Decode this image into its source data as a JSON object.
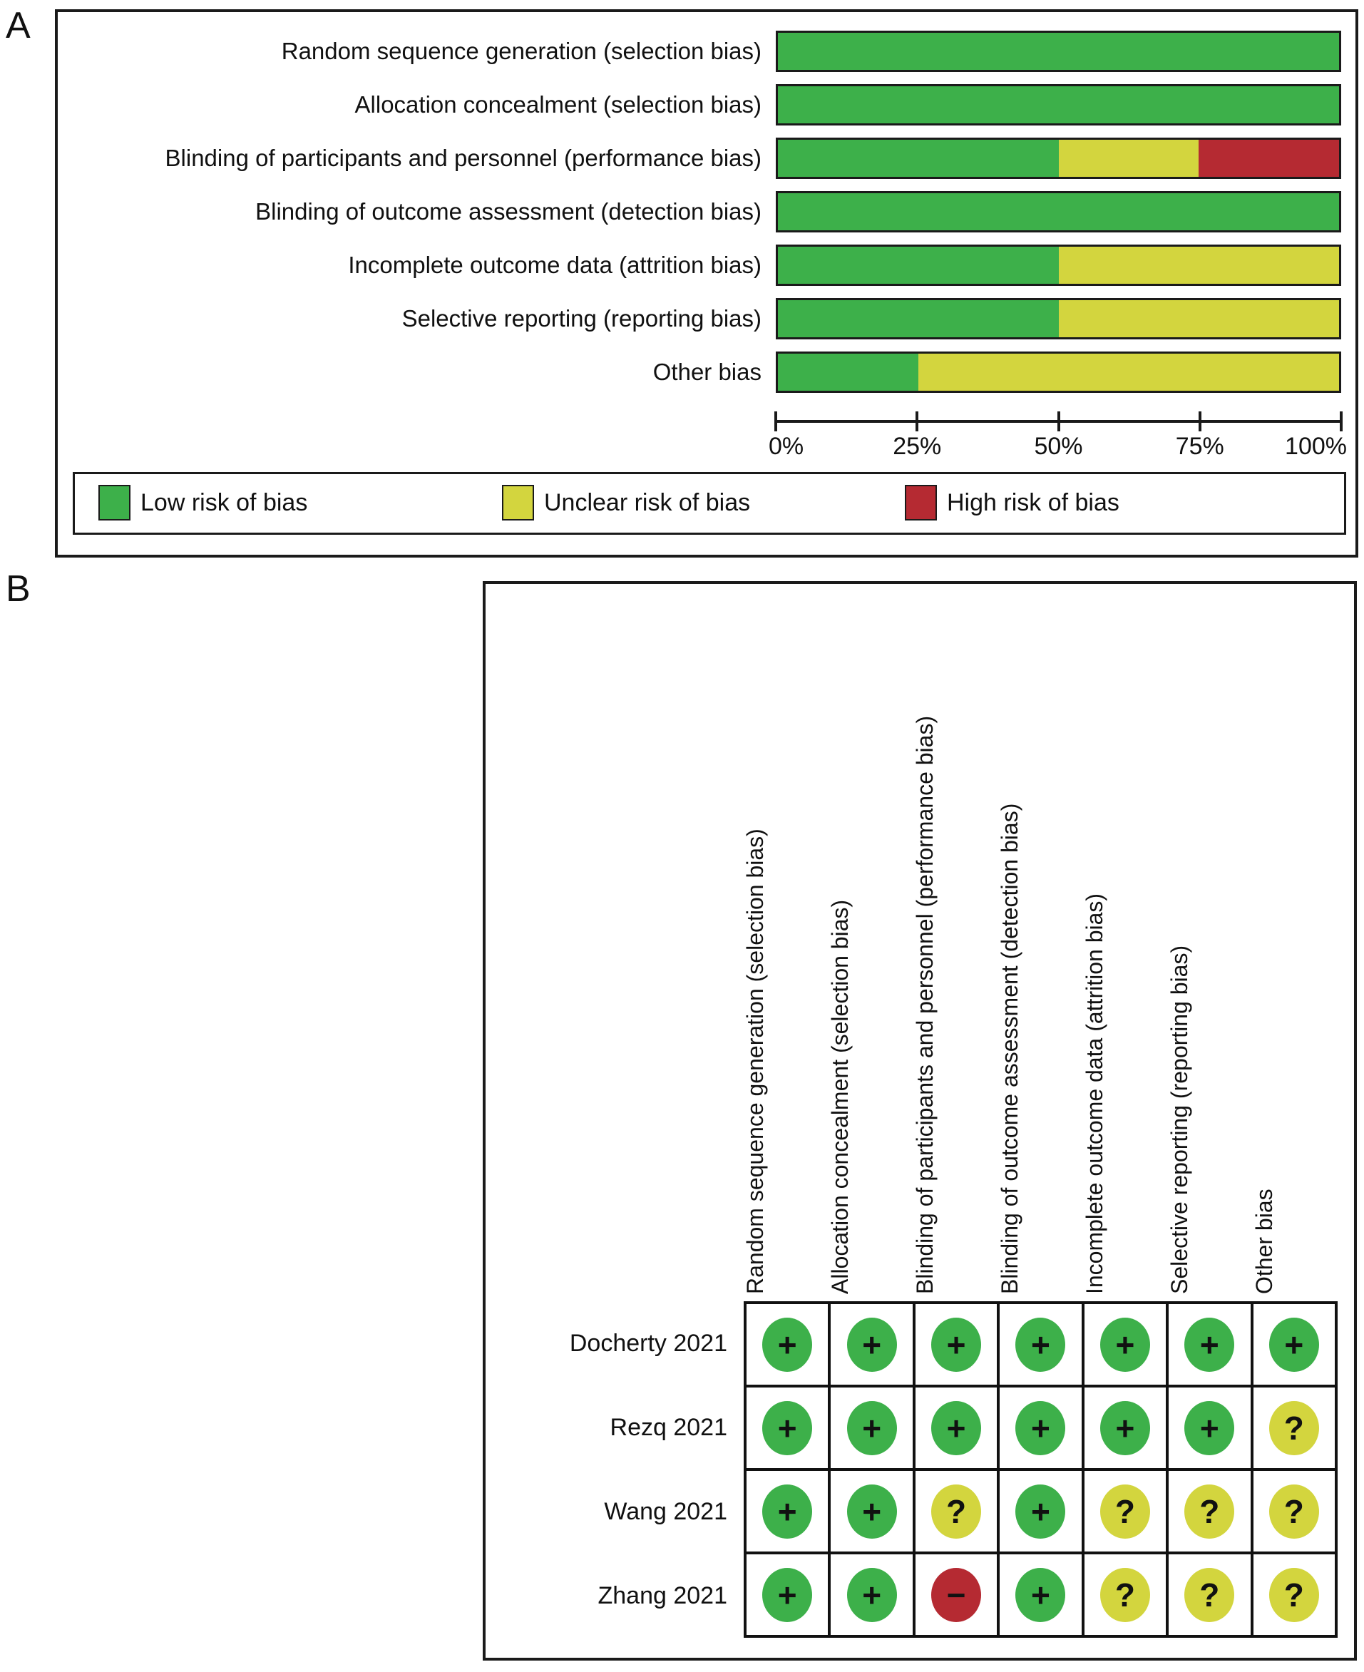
{
  "figure": {
    "background": "#ffffff",
    "text_color": "#111111",
    "border_color": "#1a1a1a"
  },
  "panel_a": {
    "label": "A",
    "legend_items": [
      {
        "key": "low",
        "label": "Low risk of bias",
        "color": "#3db04a"
      },
      {
        "key": "unclear",
        "label": "Unclear risk of bias",
        "color": "#d3d53e"
      },
      {
        "key": "high",
        "label": "High risk of bias",
        "color": "#b52a32"
      }
    ]
  },
  "chart_data": {
    "type": "bar",
    "stacked": true,
    "orientation": "horizontal",
    "title": "",
    "xlabel": "",
    "ylabel": "",
    "xlim": [
      0,
      100
    ],
    "x_tick_labels": [
      "0%",
      "25%",
      "50%",
      "75%",
      "100%"
    ],
    "grid": false,
    "legend_position": "bottom",
    "categories": [
      "Random sequence generation (selection bias)",
      "Allocation concealment (selection bias)",
      "Blinding of participants and personnel (performance bias)",
      "Blinding of outcome assessment (detection bias)",
      "Incomplete outcome data (attrition bias)",
      "Selective reporting (reporting bias)",
      "Other bias"
    ],
    "series": [
      {
        "name": "Low risk of bias",
        "key": "low",
        "color": "#3db04a",
        "values": [
          100,
          100,
          50,
          100,
          50,
          50,
          25
        ]
      },
      {
        "name": "Unclear risk of bias",
        "key": "unclear",
        "color": "#d3d53e",
        "values": [
          0,
          0,
          25,
          0,
          50,
          50,
          75
        ]
      },
      {
        "name": "High risk of bias",
        "key": "high",
        "color": "#b52a32",
        "values": [
          0,
          0,
          25,
          0,
          0,
          0,
          0
        ]
      }
    ]
  },
  "panel_b": {
    "label": "B",
    "columns": [
      "Random sequence generation (selection bias)",
      "Allocation concealment (selection bias)",
      "Blinding of participants and personnel (performance bias)",
      "Blinding of outcome assessment (detection bias)",
      "Incomplete outcome data (attrition bias)",
      "Selective reporting (reporting bias)",
      "Other bias"
    ],
    "rows": [
      {
        "study": "Docherty 2021",
        "judgments": [
          "low",
          "low",
          "low",
          "low",
          "low",
          "low",
          "low"
        ]
      },
      {
        "study": "Rezq 2021",
        "judgments": [
          "low",
          "low",
          "low",
          "low",
          "low",
          "low",
          "unclear"
        ]
      },
      {
        "study": "Wang 2021",
        "judgments": [
          "low",
          "low",
          "unclear",
          "low",
          "unclear",
          "unclear",
          "unclear"
        ]
      },
      {
        "study": "Zhang 2021",
        "judgments": [
          "low",
          "low",
          "high",
          "low",
          "unclear",
          "unclear",
          "unclear"
        ]
      }
    ],
    "symbols": {
      "low": "+",
      "unclear": "?",
      "high": "−"
    },
    "colors": {
      "low": "#3db04a",
      "unclear": "#d3d53e",
      "high": "#b52a32"
    }
  }
}
